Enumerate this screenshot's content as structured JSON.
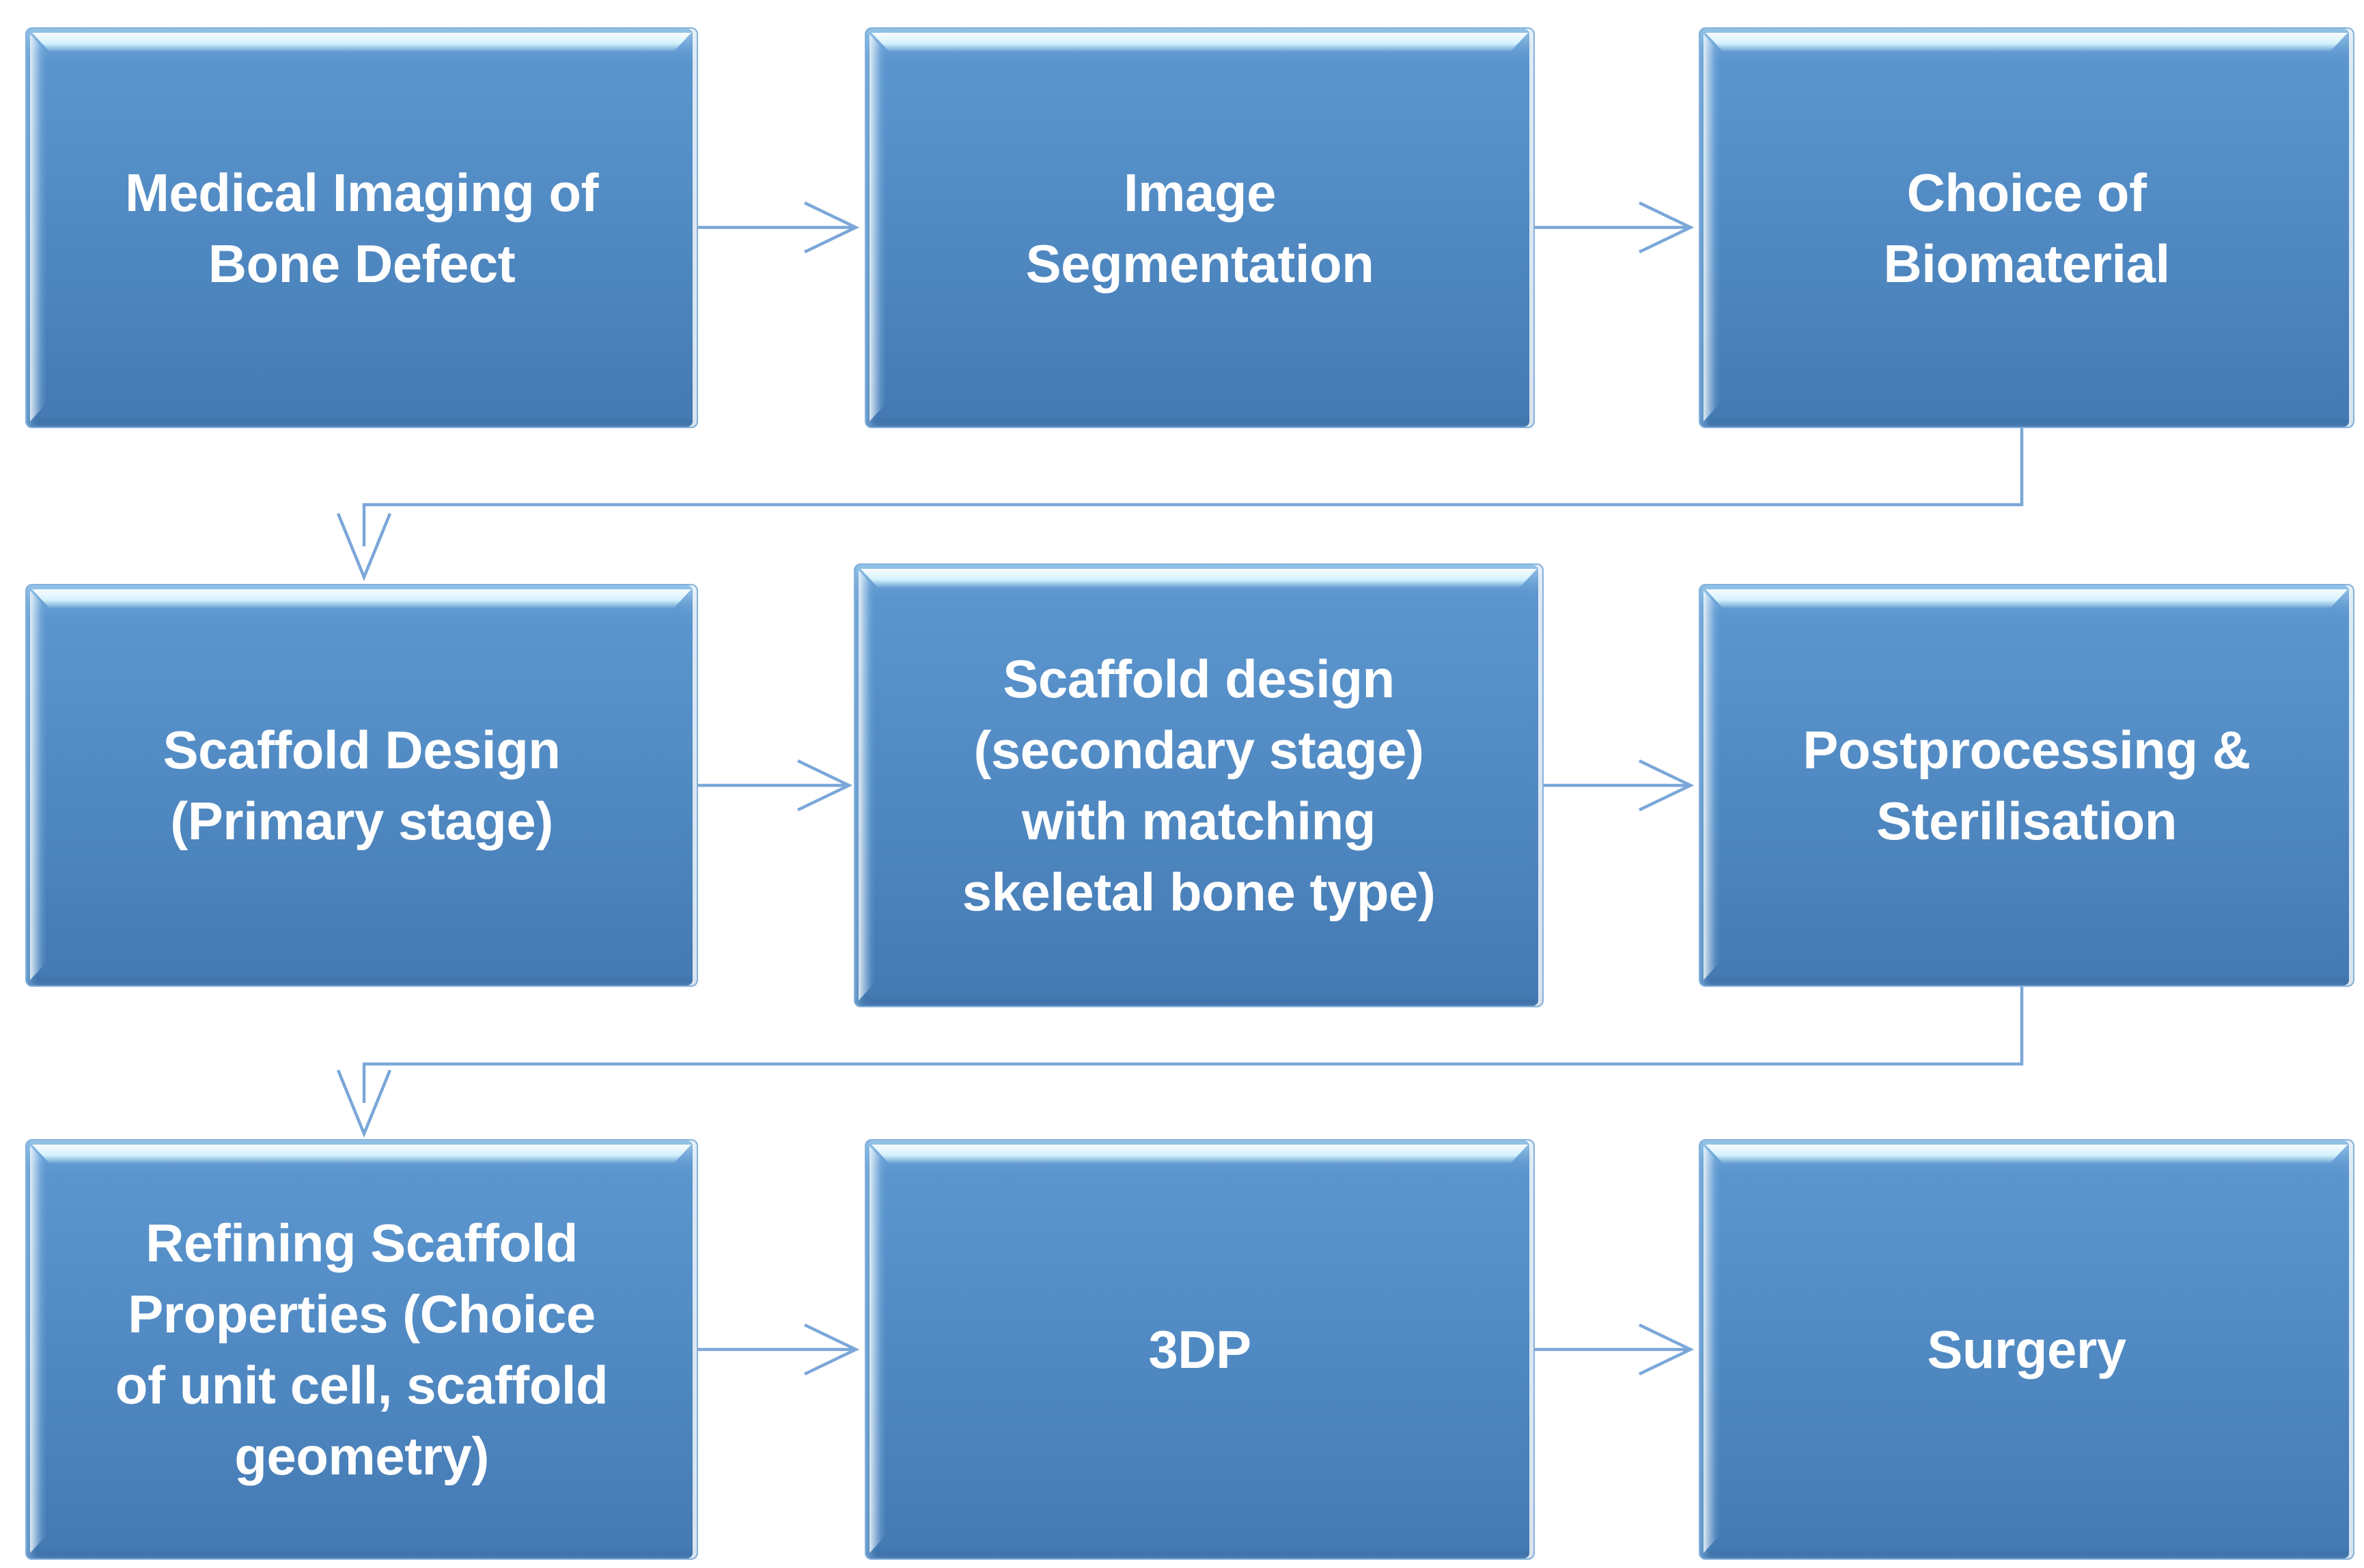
{
  "diagram": {
    "type": "flowchart",
    "description": "3D printed bone scaffold workflow",
    "boxes": [
      {
        "id": 1,
        "row": 1,
        "col": 1,
        "label": "Medical Imaging of\nBone Defect"
      },
      {
        "id": 2,
        "row": 1,
        "col": 2,
        "label": "Image\nSegmentation"
      },
      {
        "id": 3,
        "row": 1,
        "col": 3,
        "label": "Choice of\nBiomaterial"
      },
      {
        "id": 4,
        "row": 2,
        "col": 1,
        "label": "Scaffold Design\n(Primary stage)"
      },
      {
        "id": 5,
        "row": 2,
        "col": 2,
        "label": "Scaffold design\n(secondary stage)\nwith matching\nskeletal bone type)"
      },
      {
        "id": 6,
        "row": 2,
        "col": 3,
        "label": "Postprocessing &\nSterilisation"
      },
      {
        "id": 7,
        "row": 3,
        "col": 1,
        "label": "Refining Scaffold\nProperties (Choice\nof unit cell, scaffold\ngeometry)"
      },
      {
        "id": 8,
        "row": 3,
        "col": 2,
        "label": "3DP"
      },
      {
        "id": 9,
        "row": 3,
        "col": 3,
        "label": "Surgery"
      }
    ],
    "connections": [
      {
        "from": 1,
        "to": 2,
        "style": "straight-right"
      },
      {
        "from": 2,
        "to": 3,
        "style": "straight-right"
      },
      {
        "from": 3,
        "to": 4,
        "style": "elbow-down-left-down"
      },
      {
        "from": 4,
        "to": 5,
        "style": "straight-right"
      },
      {
        "from": 5,
        "to": 6,
        "style": "straight-right"
      },
      {
        "from": 6,
        "to": 7,
        "style": "elbow-down-left-down"
      },
      {
        "from": 7,
        "to": 8,
        "style": "straight-right"
      },
      {
        "from": 8,
        "to": 9,
        "style": "straight-right"
      }
    ]
  },
  "colors": {
    "box_fill_top": "#5e98d1",
    "box_fill_mid": "#5089c2",
    "box_fill_bottom": "#4479b2",
    "box_highlight": "#d9f6ff",
    "box_border": "#84b1dc",
    "box_text": "#ffffff",
    "connector_color": "#7ba7d8",
    "background": "#ffffff"
  }
}
